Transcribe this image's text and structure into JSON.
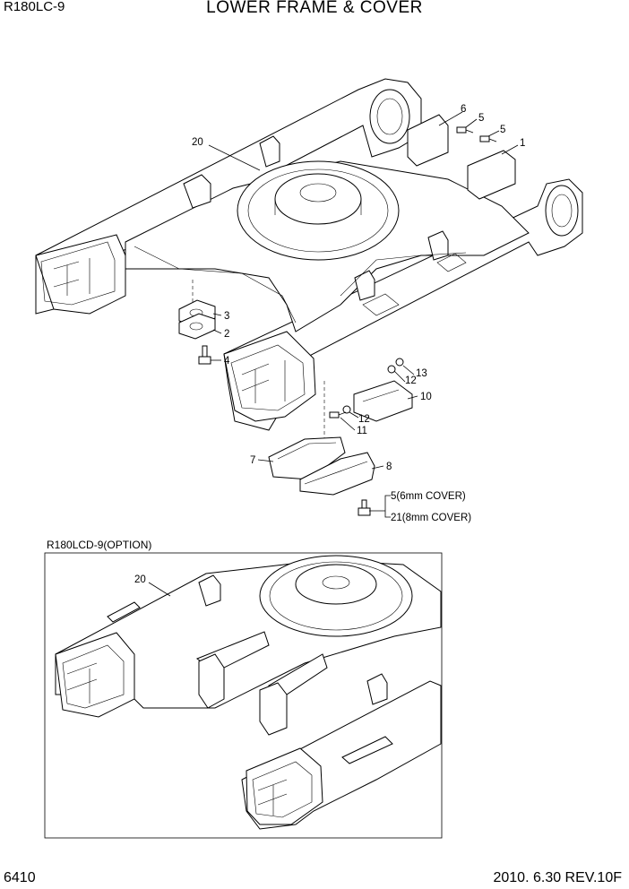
{
  "header": {
    "model": "R180LC-9",
    "title": "LOWER FRAME & COVER"
  },
  "footer": {
    "page_number": "6410",
    "revision": "2010. 6.30  REV.10F"
  },
  "option_section": {
    "label": "R180LCD-9(OPTION)"
  },
  "callouts": {
    "p1": "1",
    "p2": "2",
    "p3": "3",
    "p4": "4",
    "p5a": "5",
    "p5b": "5",
    "p6": "6",
    "p7": "7",
    "p8": "8",
    "p10": "10",
    "p11": "11",
    "p12a": "12",
    "p12b": "12",
    "p13": "13",
    "p20": "20",
    "p20opt": "20",
    "p5cover": "5(6mm COVER)",
    "p21cover": "21(8mm COVER)"
  }
}
